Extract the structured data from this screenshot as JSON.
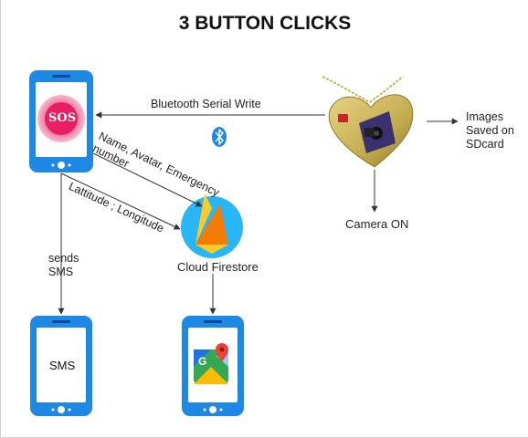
{
  "title": "3 BUTTON CLICKS",
  "phones": {
    "sos_button": "SOS",
    "sms_screen": "SMS"
  },
  "edges": {
    "bluetooth": "Bluetooth Serial Write",
    "name_avatar_line1": "Name, Avatar, Emergency",
    "name_avatar_line2": "number",
    "lat_long": "Lattitude ; Longitude",
    "sends_sms_line1": "sends",
    "sends_sms_line2": "SMS"
  },
  "nodes": {
    "firestore": "Cloud Firestore",
    "camera_on": "Camera ON",
    "images_line1": "Images",
    "images_line2": "Saved on",
    "images_line3": "SDcard"
  },
  "icons": {
    "bluetooth": "bluetooth-icon",
    "firebase": "firebase-icon",
    "maps": "google-maps-icon",
    "pendant": "heart-pendant-camera"
  },
  "colors": {
    "phone_blue": "#1e88e5",
    "phone_dark": "#1565c0",
    "sos_pink": "#e91e63",
    "firebase_teal": "#29b6f6",
    "gold": "#c8b25a"
  }
}
